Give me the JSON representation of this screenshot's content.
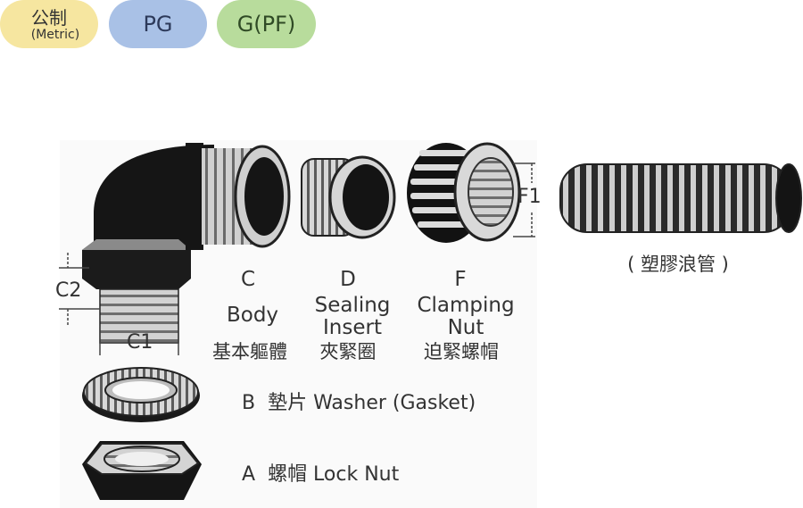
{
  "tags": {
    "metric_cn": "公制",
    "metric_en": "(Metric)",
    "pg": "PG",
    "g": "G(PF)"
  },
  "conduit_label": "( 塑膠浪管 )",
  "dims": {
    "c2": "C2",
    "c1": "C1",
    "f1": "F1"
  },
  "parts": {
    "c": {
      "letter": "C",
      "name": "Body",
      "cn": "基本軀體"
    },
    "d": {
      "letter": "D",
      "name_1": "Sealing",
      "name_2": "Insert",
      "cn": "夾緊圈"
    },
    "f": {
      "letter": "F",
      "name_1": "Clamping",
      "name_2": "Nut",
      "cn": "迫緊螺帽"
    },
    "b": {
      "letter": "B",
      "text": "墊片 Washer (Gasket)"
    },
    "a": {
      "letter": "A",
      "text": "螺帽 Lock Nut"
    }
  },
  "colors": {
    "metric_tag": "#f6e6a0",
    "pg_tag": "#a9c1e6",
    "g_tag": "#b8dc9c",
    "part_dark": "#141414",
    "part_light": "#cfcfcf"
  }
}
